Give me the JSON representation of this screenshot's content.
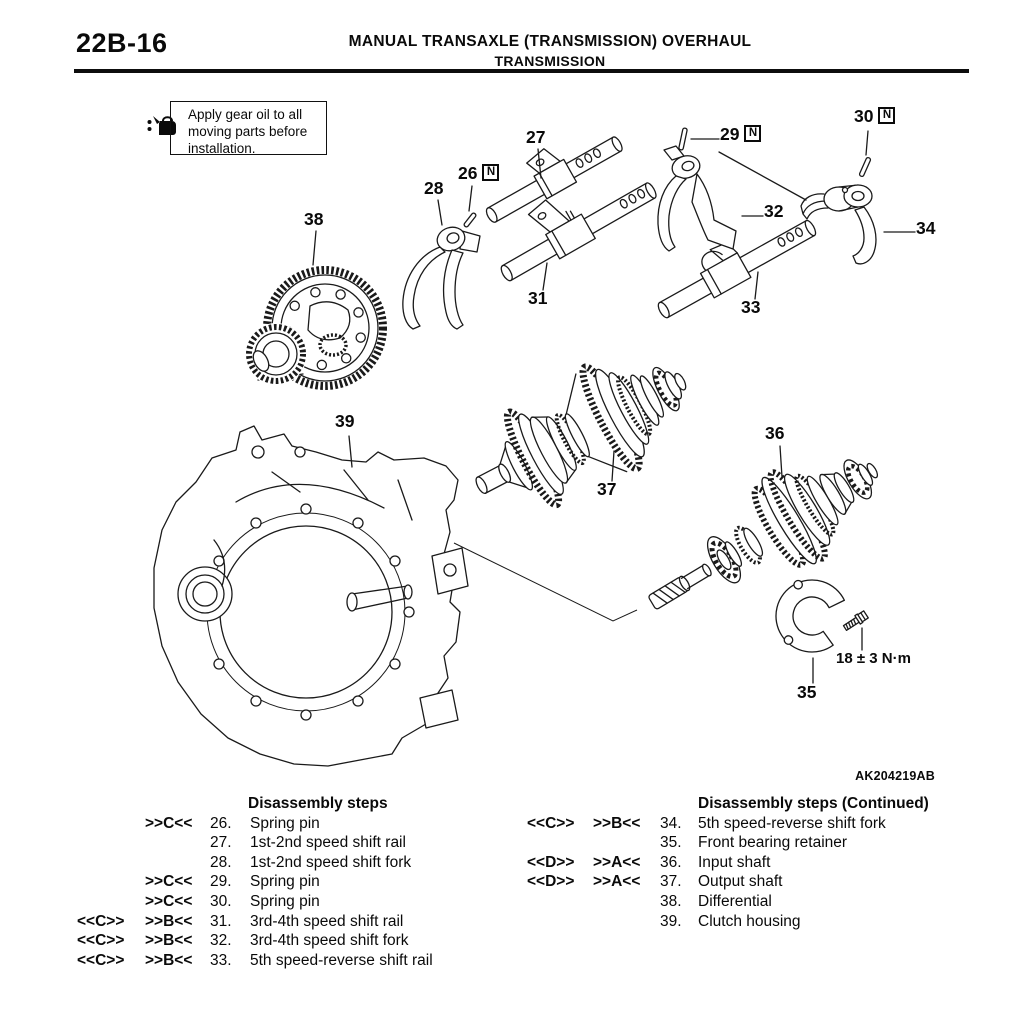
{
  "page": {
    "code": "22B-16",
    "title_line1": "MANUAL TRANSAXLE (TRANSMISSION) OVERHAUL",
    "title_line2": "TRANSMISSION"
  },
  "note": {
    "text": "Apply gear oil to all moving parts before installation."
  },
  "figure": {
    "ref_code": "AK204219AB",
    "torque_label": "18 ± 3 N·m",
    "new_part_symbol": "N",
    "callouts": {
      "c26": "26",
      "c27": "27",
      "c28": "28",
      "c29": "29",
      "c30": "30",
      "c31": "31",
      "c32": "32",
      "c33": "33",
      "c34": "34",
      "c35": "35",
      "c36": "36",
      "c37": "37",
      "c38": "38",
      "c39": "39"
    }
  },
  "disassembly": {
    "left": {
      "title": "Disassembly steps",
      "rows": [
        {
          "pre": "",
          "mid": ">>C<<",
          "num": "26.",
          "text": "Spring pin"
        },
        {
          "pre": "",
          "mid": "",
          "num": "27.",
          "text": "1st-2nd speed shift rail"
        },
        {
          "pre": "",
          "mid": "",
          "num": "28.",
          "text": "1st-2nd speed shift fork"
        },
        {
          "pre": "",
          "mid": ">>C<<",
          "num": "29.",
          "text": "Spring pin"
        },
        {
          "pre": "",
          "mid": ">>C<<",
          "num": "30.",
          "text": "Spring pin"
        },
        {
          "pre": "<<C>>",
          "mid": ">>B<<",
          "num": "31.",
          "text": "3rd-4th speed shift rail"
        },
        {
          "pre": "<<C>>",
          "mid": ">>B<<",
          "num": "32.",
          "text": "3rd-4th speed shift fork"
        },
        {
          "pre": "<<C>>",
          "mid": ">>B<<",
          "num": "33.",
          "text": "5th speed-reverse shift rail"
        }
      ]
    },
    "right": {
      "title": "Disassembly steps (Continued)",
      "rows": [
        {
          "pre": "<<C>>",
          "mid": ">>B<<",
          "num": "34.",
          "text": "5th speed-reverse shift fork"
        },
        {
          "pre": "",
          "mid": "",
          "num": "35.",
          "text": "Front bearing retainer"
        },
        {
          "pre": "<<D>>",
          "mid": ">>A<<",
          "num": "36.",
          "text": "Input shaft"
        },
        {
          "pre": "<<D>>",
          "mid": ">>A<<",
          "num": "37.",
          "text": "Output shaft"
        },
        {
          "pre": "",
          "mid": "",
          "num": "38.",
          "text": "Differential"
        },
        {
          "pre": "",
          "mid": "",
          "num": "39.",
          "text": "Clutch housing"
        }
      ]
    }
  }
}
